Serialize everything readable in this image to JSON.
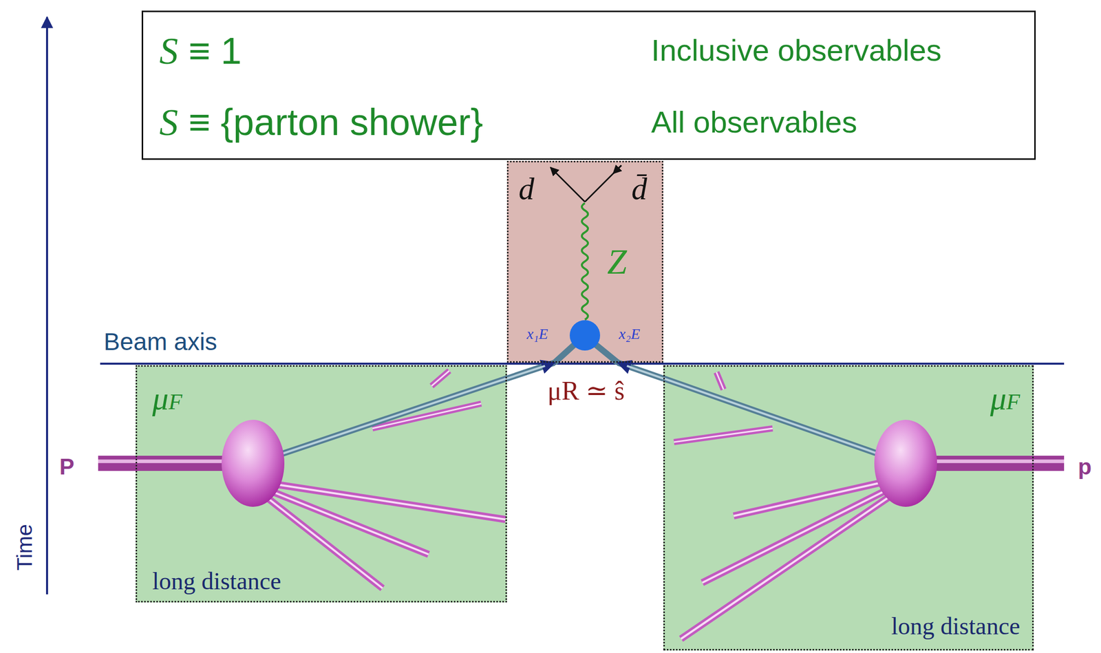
{
  "diagram": {
    "nodes": [
      {
        "text": [
          "S ≡ 1",
          "Inclusive observables",
          "S ≡ {parton shower}",
          "All observables"
        ]
      },
      {
        "text": [
          "d",
          "d̄",
          "Z",
          "x₁E",
          "x₂E"
        ]
      },
      {
        "text": [
          "μF",
          "long distance"
        ]
      },
      {
        "text": [
          "μF",
          "long distance"
        ]
      }
    ],
    "edges": [
      {
        "from": 2,
        "to": 1,
        "arrow": "to"
      },
      {
        "from": 3,
        "to": 1,
        "arrow": "to"
      }
    ],
    "labels": [
      "Beam axis",
      "μR ≃ ŝ",
      "P",
      "p",
      "Time"
    ]
  }
}
